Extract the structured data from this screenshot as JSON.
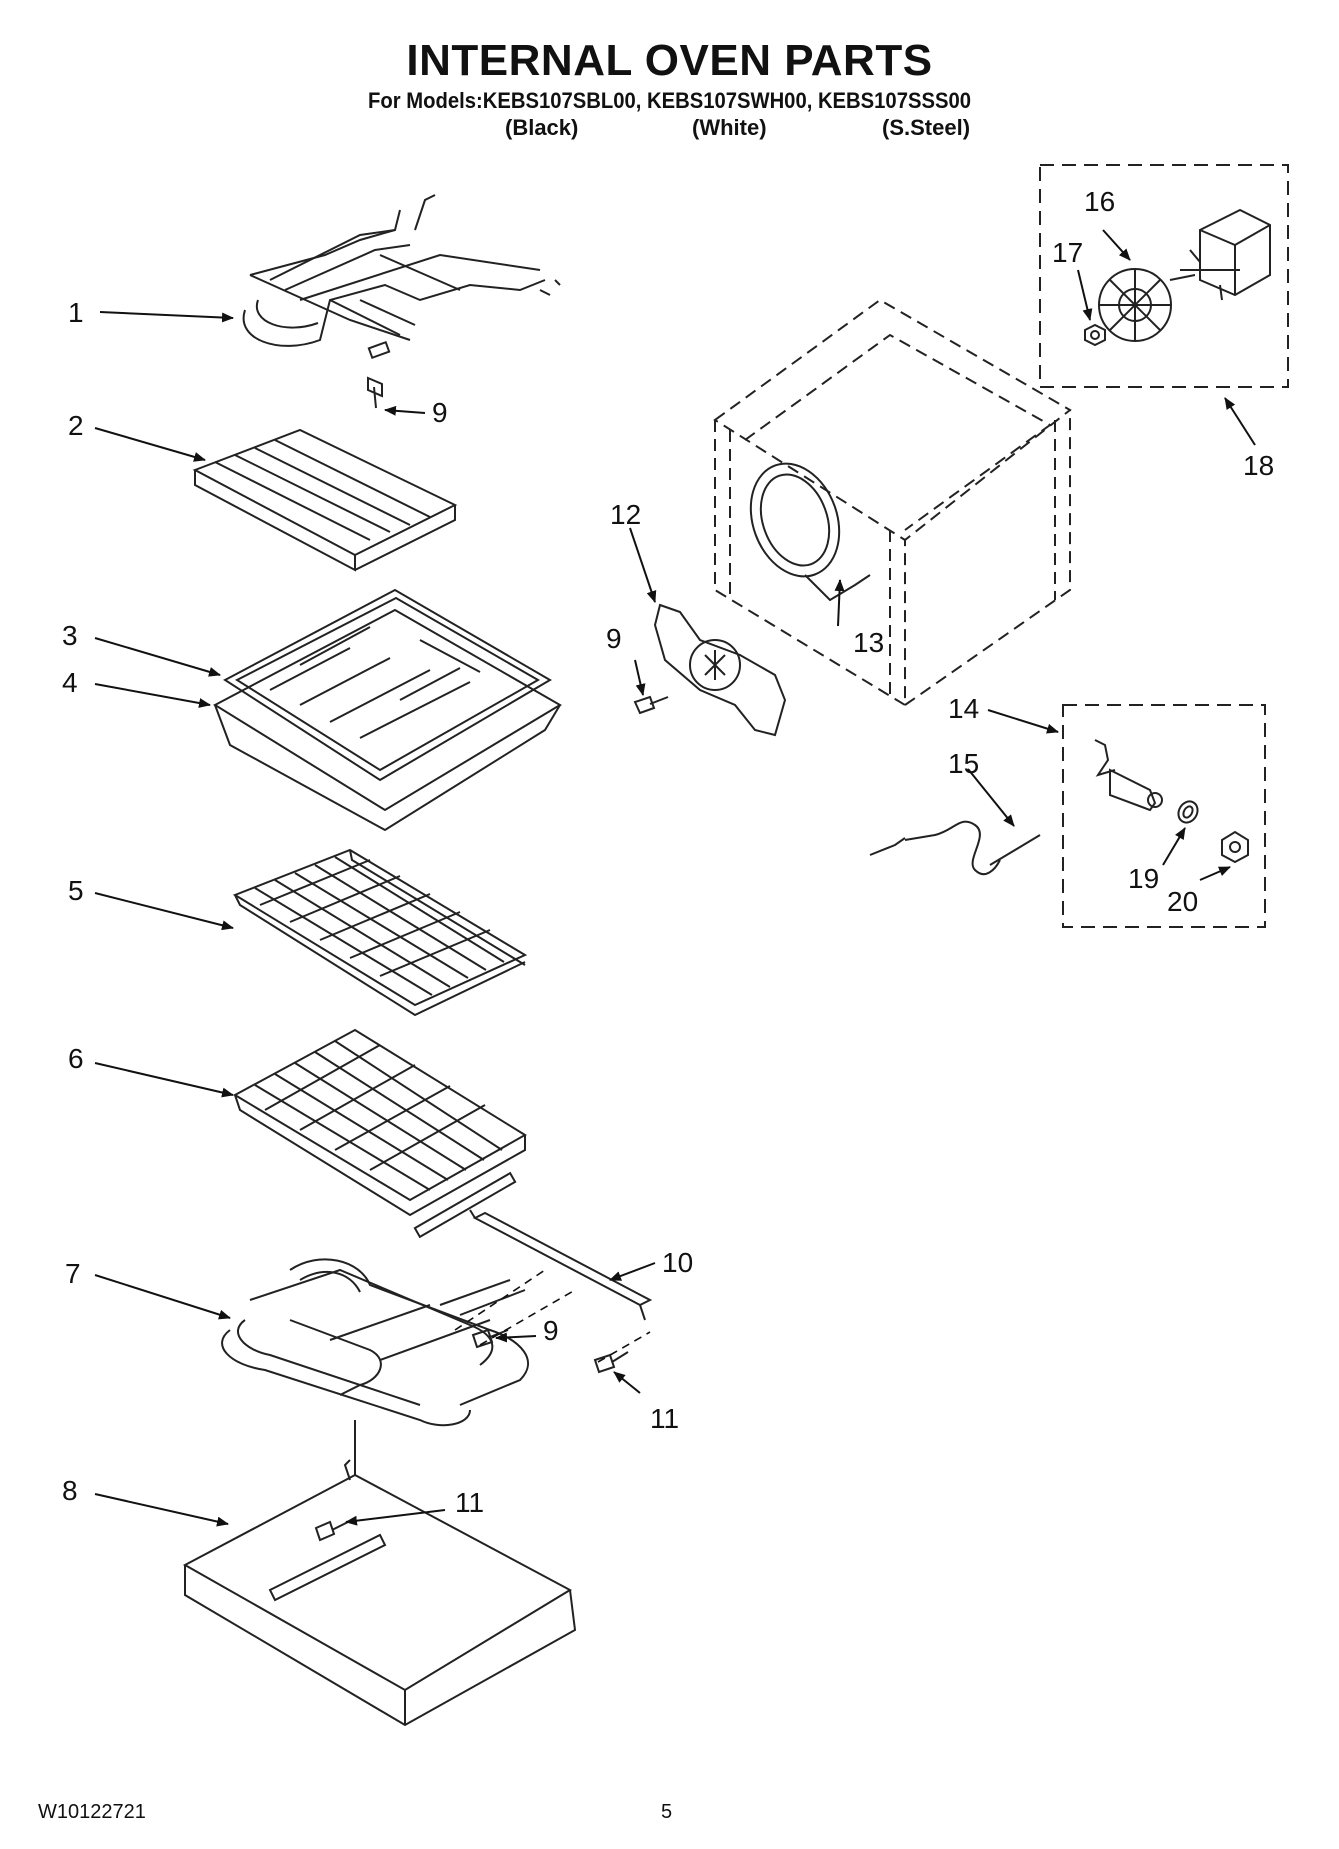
{
  "title": "INTERNAL OVEN PARTS",
  "models_line": "For Models:KEBS107SBL00, KEBS107SWH00, KEBS107SSS00",
  "variants": [
    "(Black)",
    "(White)",
    "(S.Steel)"
  ],
  "callouts": {
    "c1": "1",
    "c2": "2",
    "c3": "3",
    "c4": "4",
    "c5": "5",
    "c6": "6",
    "c7": "7",
    "c8": "8",
    "c9a": "9",
    "c9b": "9",
    "c9c": "9",
    "c10": "10",
    "c11a": "11",
    "c11b": "11",
    "c12": "12",
    "c13": "13",
    "c14": "14",
    "c15": "15",
    "c16": "16",
    "c17": "17",
    "c18": "18",
    "c19": "19",
    "c20": "20"
  },
  "footer": {
    "doc_number": "W10122721",
    "page_number": "5"
  }
}
